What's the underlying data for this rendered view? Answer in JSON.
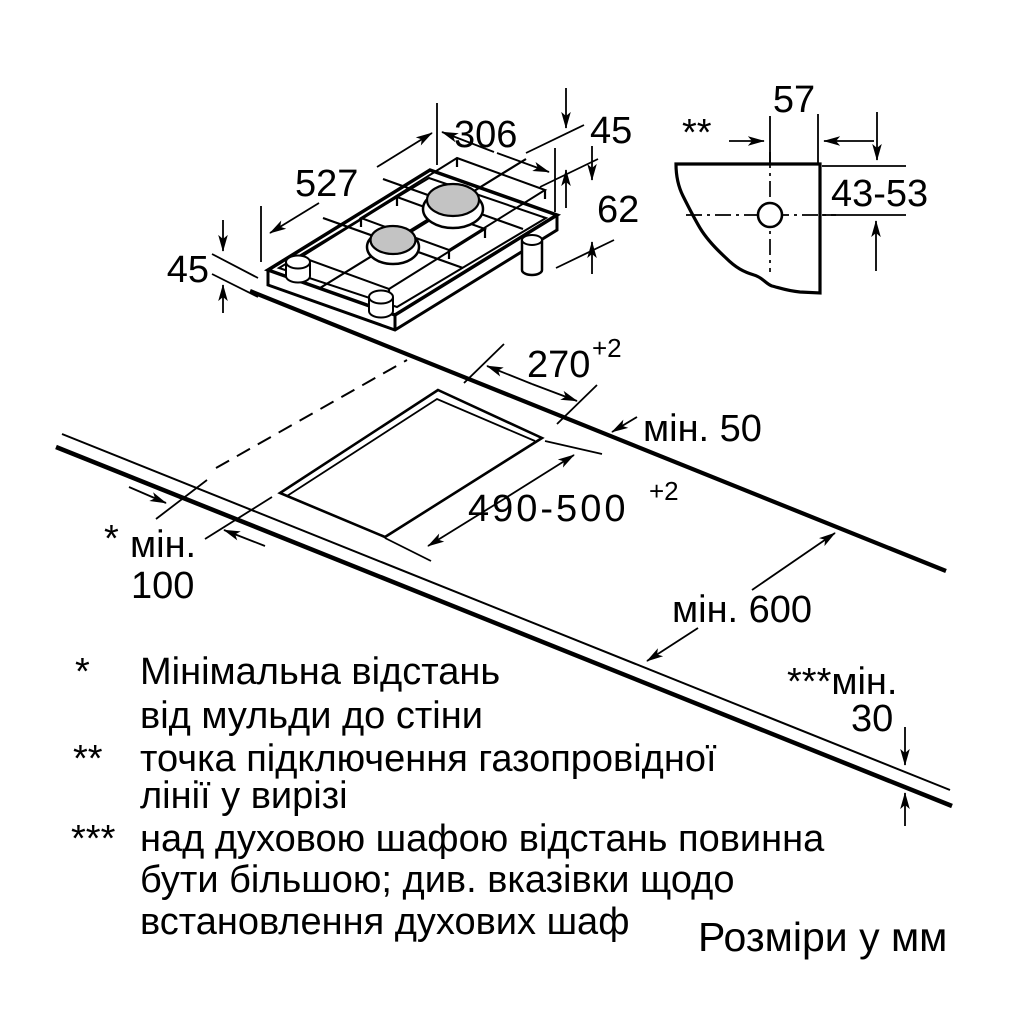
{
  "hob_view": {
    "length": "527",
    "width": "306",
    "height_right": "45",
    "depth_total": "62",
    "height_left": "45"
  },
  "corner_detail": {
    "marker": "**",
    "offset_from_edge": "57",
    "depth_range": "43-53"
  },
  "worktop_view": {
    "cutout_width": "270",
    "cutout_width_tolerance": "+2",
    "min_back_clearance": "мін. 50",
    "cutout_length": "490-500",
    "cutout_length_tolerance": "+2",
    "side_marker": "*",
    "min_side_label": "мін.",
    "min_side_value": "100",
    "min_depth": "мін. 600",
    "min_oven_label": "***мін.",
    "min_oven_value": "30"
  },
  "footnotes": {
    "note1_marker": "*",
    "note1_line1": "Мінімальна відстань",
    "note1_line2": "від мульди до стіни",
    "note2_marker": "**",
    "note2_line1": "точка підключення газопровідної",
    "note2_line2": "лінії у вирізі",
    "note3_marker": "***",
    "note3_line1": "над духовою шафою відстань повинна",
    "note3_line2": "бути більшою; див. вказівки щодо",
    "note3_line3": "встановлення духових шаф",
    "units_note": "Розміри у мм"
  }
}
